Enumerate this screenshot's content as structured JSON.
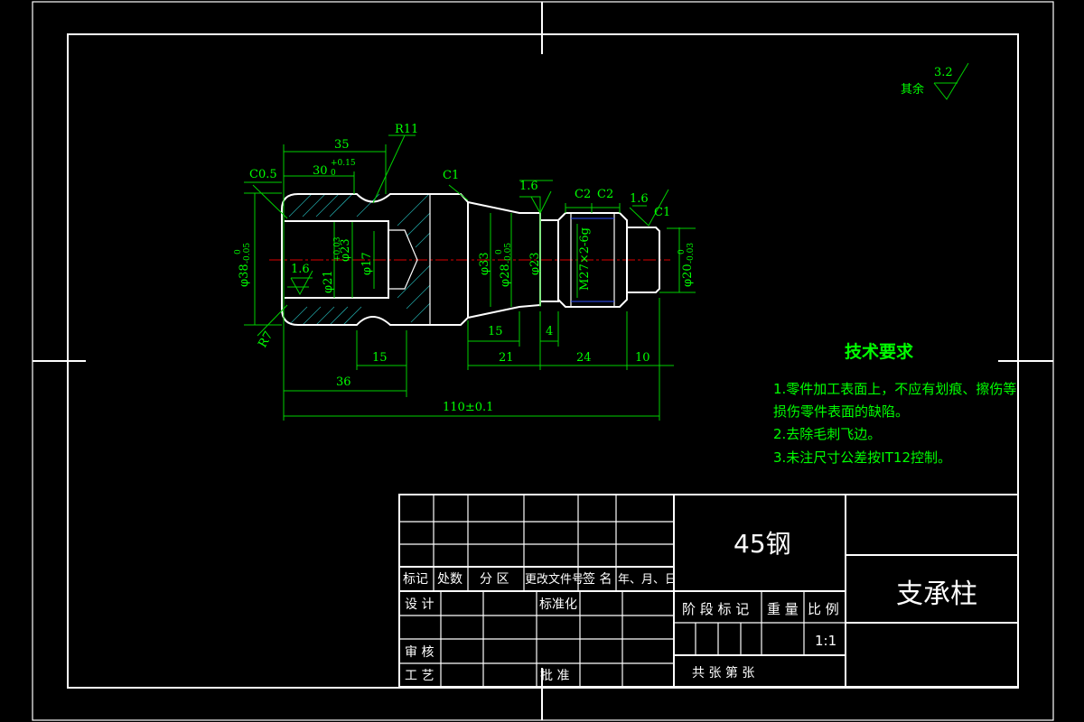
{
  "drawing": {
    "dims": {
      "d35": "35",
      "d30": "30",
      "tol30u": "+0.15",
      "tol30l": "0",
      "r11": "R11",
      "c05": "C0.5",
      "c1a": "C1",
      "c1b": "C1",
      "c2a": "C2",
      "c2b": "C2",
      "rough16a": "1.6",
      "rough16b": "1.6",
      "rough16c": "1.6",
      "phi38": "φ38",
      "phi38tu": "0",
      "phi38tl": "-0.05",
      "phi23a": "φ23",
      "phi23atu": "+0.03",
      "phi21": "φ21",
      "phi17": "φ17",
      "phi33": "φ33",
      "phi28": "φ28",
      "phi28tu": "0",
      "phi28tl": "-0.05",
      "phi23b": "φ23",
      "thread": "M27×2-6g",
      "phi20": "φ20",
      "phi20tu": "0",
      "phi20tl": "-0.03",
      "r7": "R7",
      "d15a": "15",
      "d15b": "15",
      "d4": "4",
      "d21": "21",
      "d24": "24",
      "d10": "10",
      "d36": "36",
      "overall": "110±0.1"
    },
    "roughness_note": {
      "label": "其余",
      "value": "3.2"
    }
  },
  "tech": {
    "title": "技术要求",
    "items": [
      "1.零件加工表面上，不应有划痕、擦伤等",
      "损伤零件表面的缺陷。",
      "2.去除毛刺飞边。",
      "3.未注尺寸公差按IT12控制。"
    ]
  },
  "title_block": {
    "material": "45钢",
    "part_name": "支承柱",
    "rev_headers": [
      "标记",
      "处数",
      "分 区",
      "更改文件号",
      "签 名",
      "年、月、日"
    ],
    "design": "设 计",
    "standardize": "标准化",
    "stage_mark": "阶 段 标 记",
    "weight": "重 量",
    "scale_label": "比 例",
    "scale": "1:1",
    "review": "审 核",
    "process": "工 艺",
    "approve": "批 准",
    "sheets": "共   张  第    张"
  }
}
